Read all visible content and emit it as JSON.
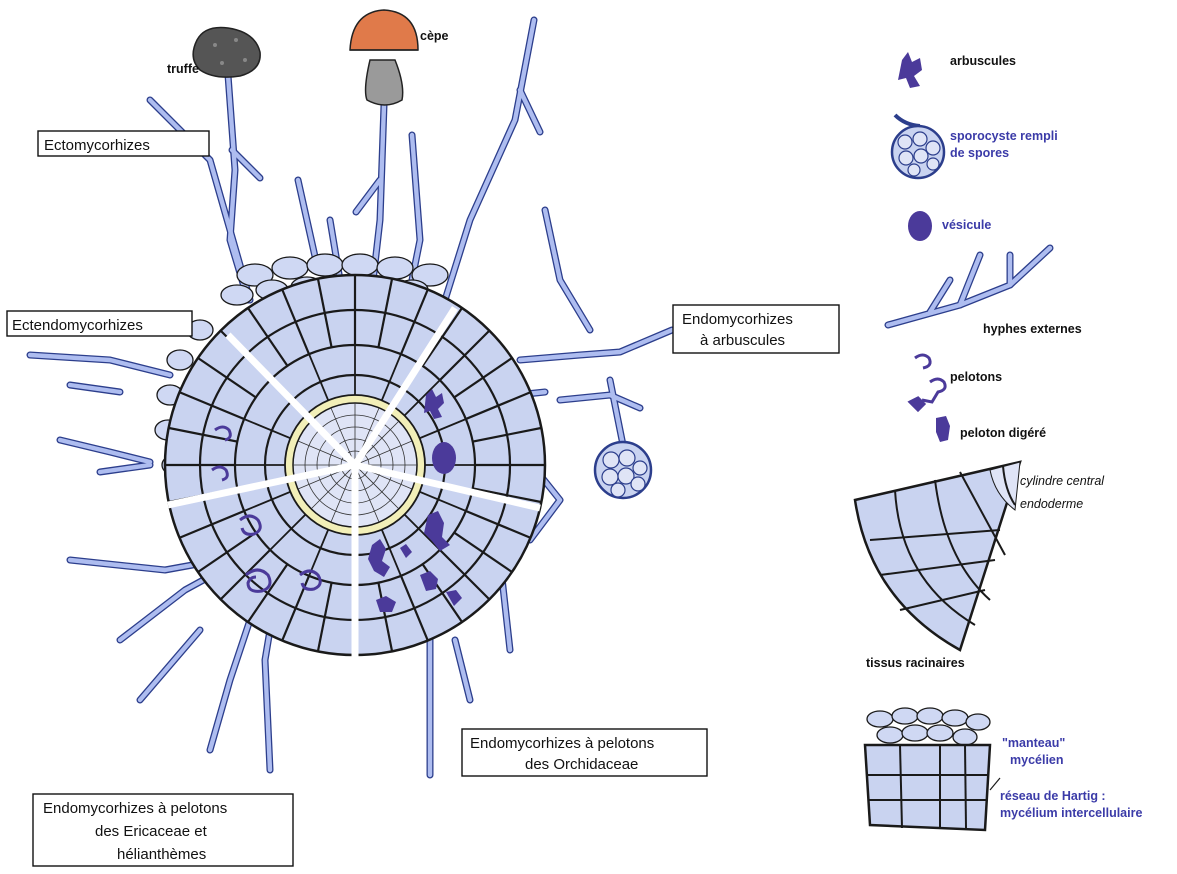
{
  "labels": {
    "truffle": "truffe",
    "cep": "cèpe",
    "ecto": "Ectomycorhizes",
    "ectendo": "Ectendomycorhizes",
    "arbus_line1": "Endomycorhizes",
    "arbus_line2": "à arbuscules",
    "orchid_line1": "Endomycorhizes à pelotons",
    "orchid_line2": "des Orchidaceae",
    "eric_line1": "Endomycorhizes à pelotons",
    "eric_line2": "des Ericaceae et",
    "eric_line3": "hélianthèmes"
  },
  "legend": {
    "arbuscules": "arbuscules",
    "sporocyst_line1": "sporocyste rempli",
    "sporocyst_line2": "de spores",
    "vesicule": "vésicule",
    "hyphes": "hyphes externes",
    "pelotons": "pelotons",
    "peloton_digere": "peloton digéré",
    "cylindre": "cylindre central",
    "endoderme": "endoderme",
    "tissus": "tissus racinaires",
    "manteau_line1": "\"manteau\"",
    "manteau_line2": "mycélien",
    "hartig_line1": "réseau de Hartig :",
    "hartig_line2": "mycélium intercellulaire"
  },
  "colors": {
    "cell_fill": "#c9d3f0",
    "hypha": "#2c3e8c",
    "hypha_light": "#aebdf0",
    "cylinder_ring": "#f2efb8",
    "peloton": "#4b3a9a",
    "cep_cap": "#e07a4a",
    "truffle": "#555555"
  }
}
